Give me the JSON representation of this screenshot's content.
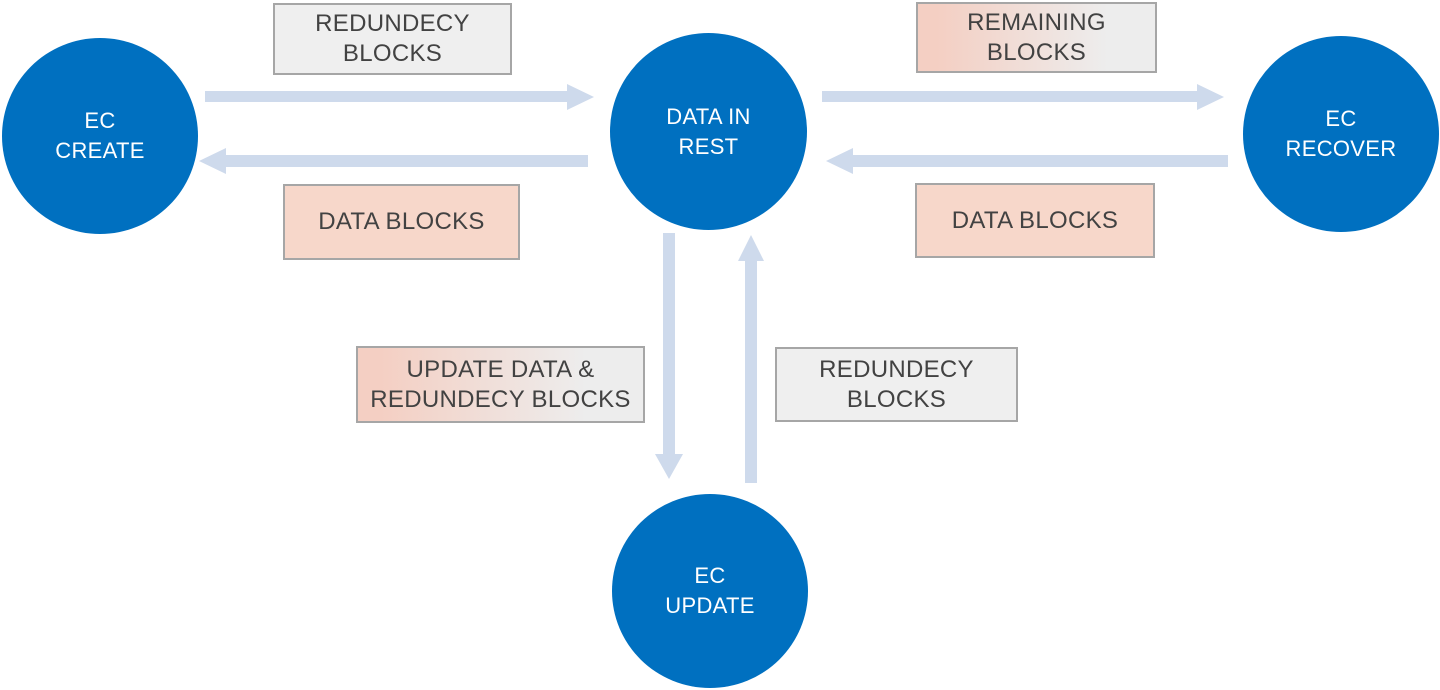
{
  "diagram": {
    "type": "flow-diagram",
    "colors": {
      "node_fill": "#0070C0",
      "node_text": "#FFFFFF",
      "arrow": "#CEDAEC",
      "box_gray_fill": "#EFEFEF",
      "box_pink_fill": "#F7D7CA",
      "box_fade_from": "#F4CFC3",
      "box_fade_to": "#EDEDED",
      "box_border": "#A6A6A6",
      "box_text": "#424242",
      "canvas_bg": "#FFFFFF"
    },
    "nodes": [
      {
        "id": "ec_create",
        "label": "EC\nCREATE"
      },
      {
        "id": "data_in_rest",
        "label": "DATA IN\nREST"
      },
      {
        "id": "ec_recover",
        "label": "EC\nRECOVER"
      },
      {
        "id": "ec_update",
        "label": "EC\nUPDATE"
      }
    ],
    "edges": [
      {
        "from": "ec_create",
        "to": "data_in_rest",
        "direction": "right",
        "label": "REDUNDECY\nBLOCKS",
        "box_style": "gray"
      },
      {
        "from": "data_in_rest",
        "to": "ec_create",
        "direction": "left",
        "label": "DATA BLOCKS",
        "box_style": "pink"
      },
      {
        "from": "data_in_rest",
        "to": "ec_recover",
        "direction": "right",
        "label": "REMAINING\nBLOCKS",
        "box_style": "pink-to-gray"
      },
      {
        "from": "ec_recover",
        "to": "data_in_rest",
        "direction": "left",
        "label": "DATA BLOCKS",
        "box_style": "pink"
      },
      {
        "from": "data_in_rest",
        "to": "ec_update",
        "direction": "down",
        "label": "UPDATE DATA &\nREDUNDECY BLOCKS",
        "box_style": "pink-to-gray"
      },
      {
        "from": "ec_update",
        "to": "data_in_rest",
        "direction": "up",
        "label": "REDUNDECY\nBLOCKS",
        "box_style": "gray"
      }
    ]
  }
}
